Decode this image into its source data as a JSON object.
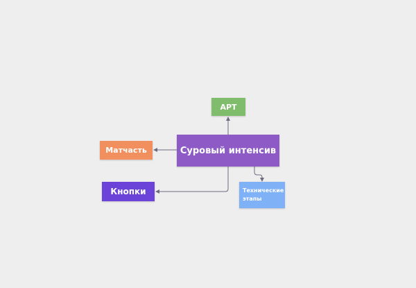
{
  "diagram": {
    "central": {
      "label": "Суровый интенсив",
      "color": "#8e5ac6"
    },
    "branches": [
      {
        "id": "art",
        "label": "АРТ",
        "color": "#7fbd6c"
      },
      {
        "id": "matchast",
        "label": "Матчасть",
        "color": "#f18f5e"
      },
      {
        "id": "knopki",
        "label": "Кнопки",
        "color": "#6b43d8"
      },
      {
        "id": "technical",
        "label": "Технические\nэтапы",
        "color": "#7fb1f7"
      }
    ],
    "connector_color": "#6e6a80",
    "background": "#efeeee"
  }
}
